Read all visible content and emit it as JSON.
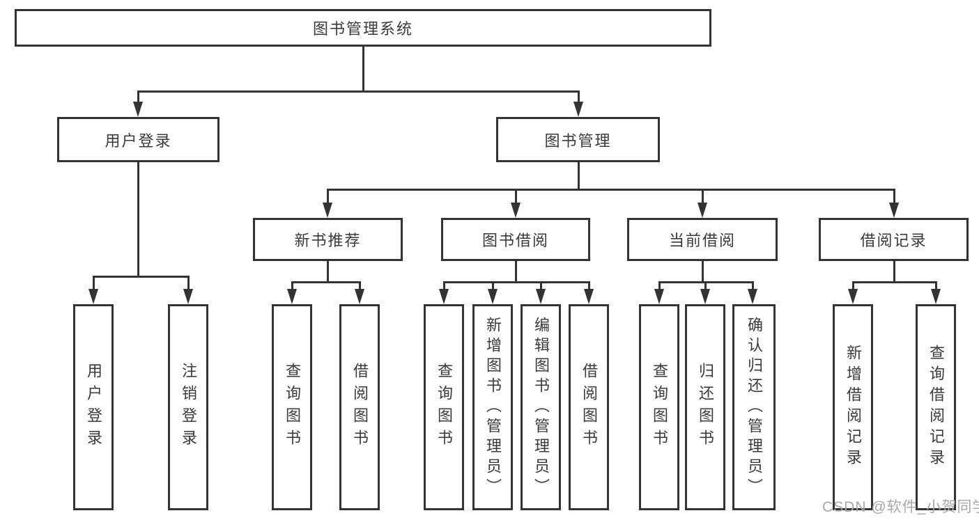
{
  "tree": {
    "root": "图书管理系统",
    "level2": [
      "用户登录",
      "图书管理"
    ],
    "level3": [
      "新书推荐",
      "图书借阅",
      "当前借阅",
      "借阅记录"
    ],
    "leaves": {
      "login": [
        "用户登录",
        "注销登录"
      ],
      "recommend": [
        "查询图书",
        "借阅图书"
      ],
      "borrow": [
        "查询图书",
        "新增图书（管理员）",
        "编辑图书（管理员）",
        "借阅图书"
      ],
      "current": [
        "查询图书",
        "归还图书",
        "确认归还（管理员）"
      ],
      "records": [
        "新增借阅记录",
        "查询借阅记录"
      ]
    }
  },
  "watermark": {
    "text": "CSDN @软件_小贺同学"
  },
  "colors": {
    "line": "#333333",
    "text": "#3a3a3a",
    "background": "#ffffff",
    "watermark": "#a8a8a8"
  }
}
